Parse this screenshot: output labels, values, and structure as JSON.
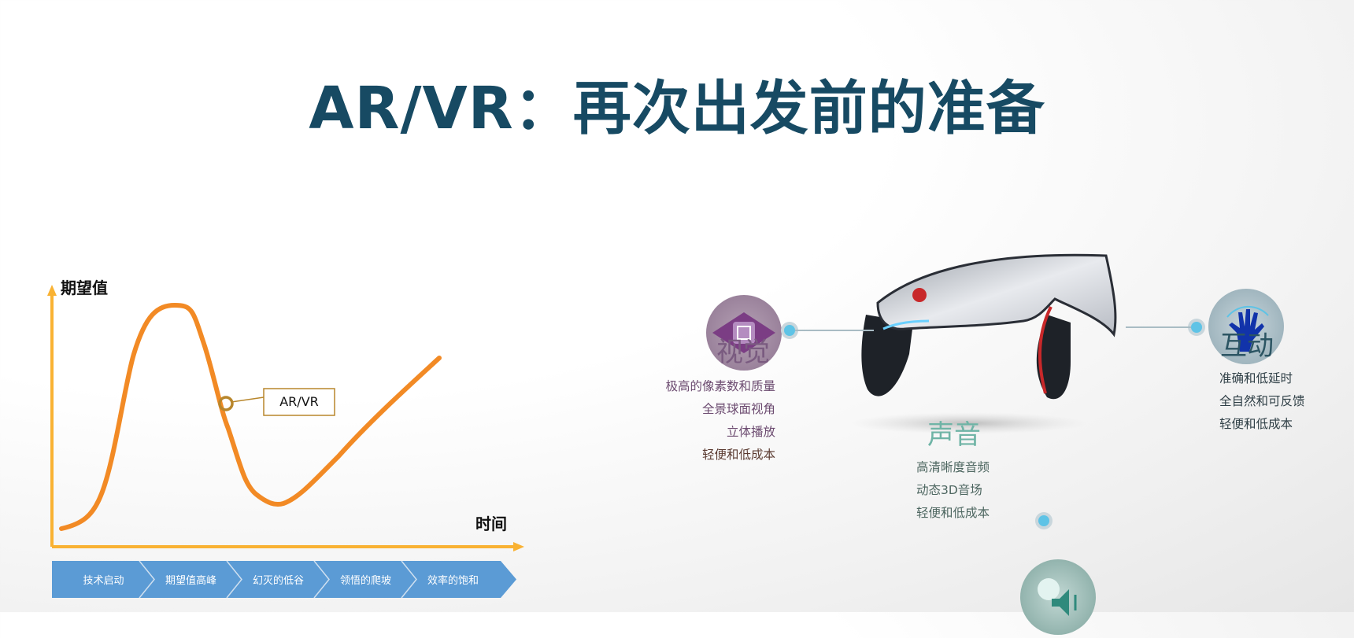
{
  "title": "AR/VR：再次出发前的准备",
  "hype_cycle": {
    "y_label": "期望值",
    "x_label": "时间",
    "marker_label": "AR/VR",
    "phases": [
      "技术启动",
      "期望值高峰",
      "幻灭的低谷",
      "领悟的爬坡",
      "效率的饱和"
    ],
    "colors": {
      "curve": "#f28a25",
      "axis": "#f9b233",
      "phase_bar": "#5b9bd5",
      "marker": "#b8862b"
    }
  },
  "features": {
    "vision": {
      "title": "视觉",
      "items": [
        "极高的像素数和质量",
        "全景球面视角",
        "立体播放",
        "轻便和低成本"
      ]
    },
    "sound": {
      "title": "声音",
      "items": [
        "高清晰度音频",
        "动态3D音场",
        "轻便和低成本"
      ]
    },
    "interaction": {
      "title": "互动",
      "items": [
        "准确和低延时",
        "全自然和可反馈",
        "轻便和低成本"
      ]
    }
  }
}
